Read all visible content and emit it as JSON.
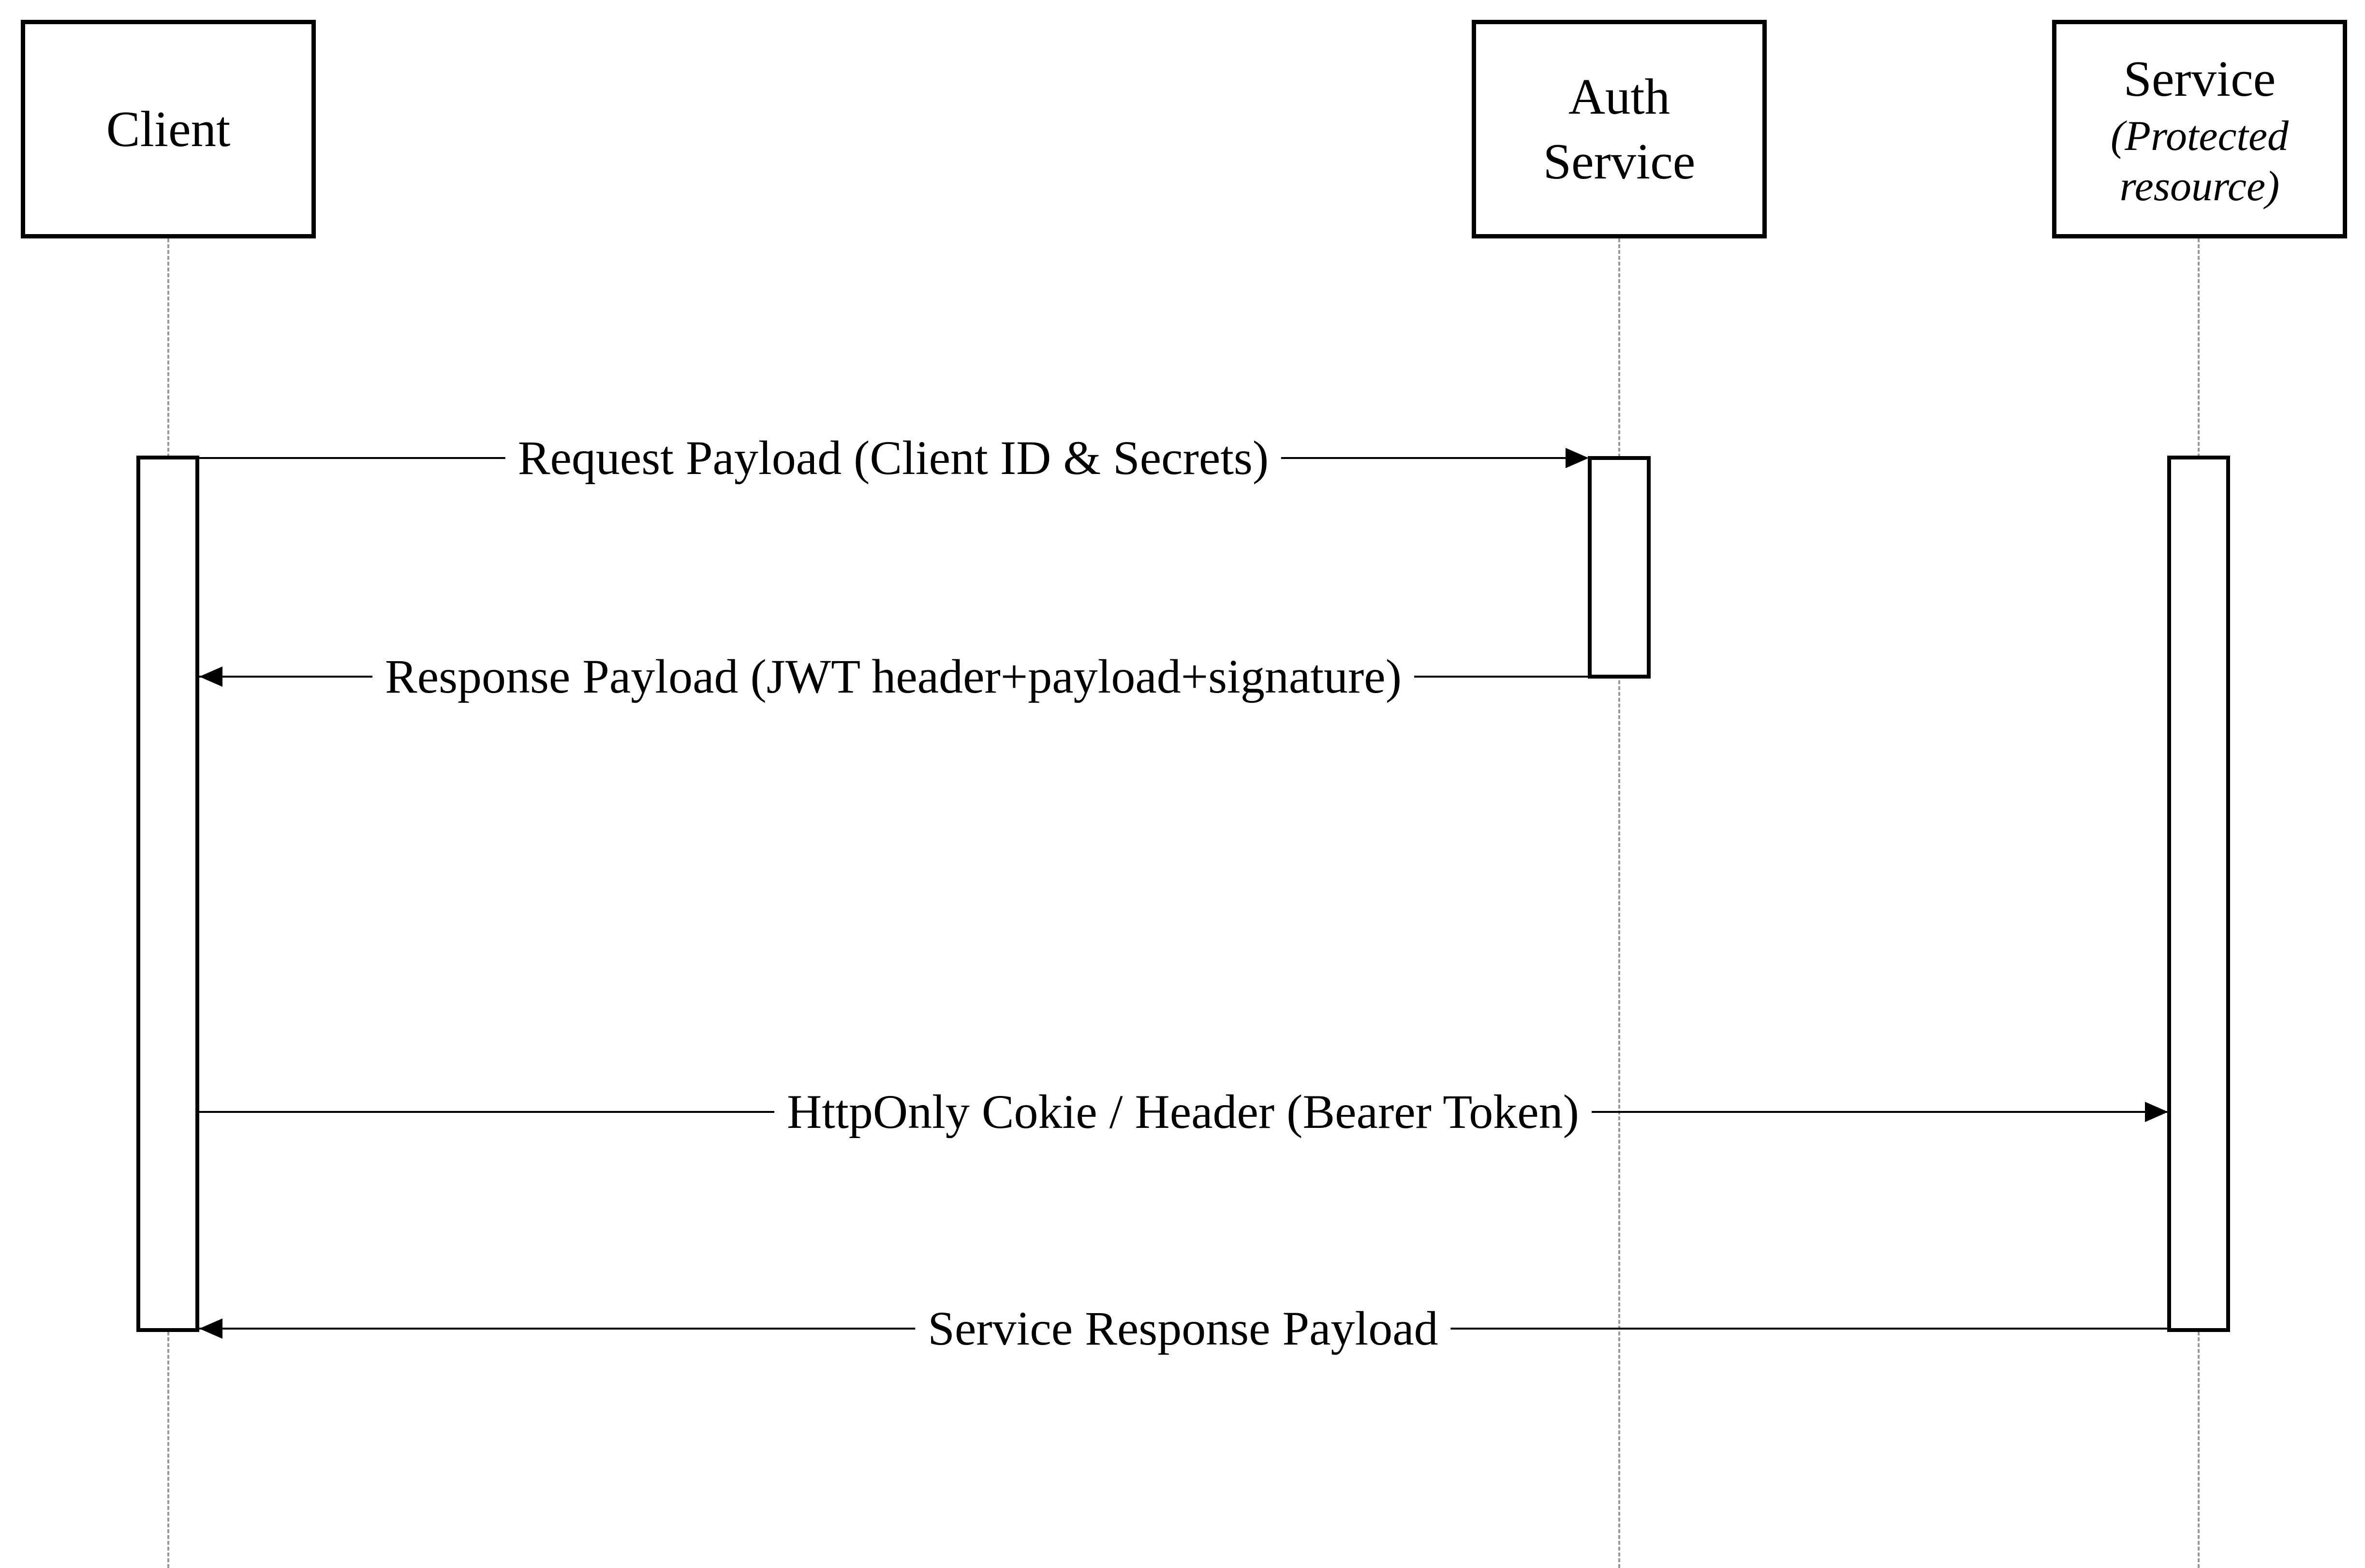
{
  "diagram": {
    "type": "sequence-diagram",
    "background_color": "#ffffff",
    "colors": {
      "shape_stroke": "#000000",
      "text": "#000000",
      "lifeline": "#999999",
      "shape_fill": "#ffffff"
    },
    "actors": [
      {
        "id": "client",
        "lines": [
          "Client"
        ]
      },
      {
        "id": "auth-service",
        "lines": [
          "Auth",
          "Service"
        ]
      },
      {
        "id": "service",
        "lines": [
          "Service"
        ],
        "subtitle_lines": [
          "(Protected",
          "resource)"
        ]
      }
    ],
    "messages": [
      {
        "id": "request-payload",
        "label": "Request Payload (Client ID & Secrets)",
        "from": "client",
        "to": "auth-service",
        "direction": "right"
      },
      {
        "id": "response-payload",
        "label": "Response Payload (JWT header+payload+signature)",
        "from": "auth-service",
        "to": "client",
        "direction": "left"
      },
      {
        "id": "bearer-token",
        "label": "HttpOnly Cokie / Header (Bearer Token)",
        "from": "client",
        "to": "service",
        "direction": "right"
      },
      {
        "id": "service-response",
        "label": "Service Response Payload",
        "from": "service",
        "to": "client",
        "direction": "left"
      }
    ]
  }
}
